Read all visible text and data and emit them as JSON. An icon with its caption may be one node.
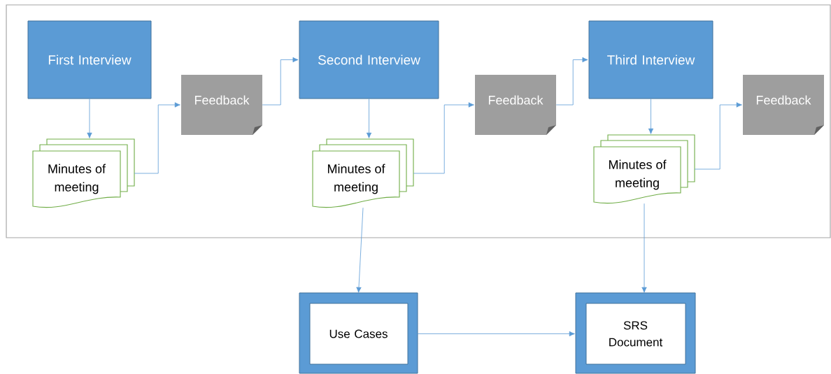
{
  "diagram": {
    "nodes": [
      {
        "text": [],
        "shape": "box"
      },
      {
        "text": [
          "First Interview"
        ],
        "in": 0
      },
      {
        "text": [
          "Minutes of meeting"
        ],
        "in": 0
      },
      {
        "text": [
          "Feedback"
        ],
        "in": 0
      },
      {
        "text": [
          "Second Interview"
        ],
        "in": 0
      },
      {
        "text": [
          "Minutes of meeting"
        ],
        "in": 0
      },
      {
        "text": [
          "Feedback"
        ],
        "in": 0
      },
      {
        "text": [
          "Third Interview"
        ],
        "in": 0
      },
      {
        "text": [
          "Minutes of meeting"
        ],
        "in": 0
      },
      {
        "text": [
          "Feedback"
        ],
        "in": 0
      },
      {
        "text": [
          "Use Cases"
        ]
      },
      {
        "text": [
          "SRS Document"
        ]
      }
    ],
    "edges": [
      {
        "from": 1,
        "to": 2,
        "arrow": "to"
      },
      {
        "from": 2,
        "to": 3,
        "arrow": "to"
      },
      {
        "from": 3,
        "to": 4,
        "arrow": "to"
      },
      {
        "from": 4,
        "to": 5,
        "arrow": "to"
      },
      {
        "from": 5,
        "to": 6,
        "arrow": "to"
      },
      {
        "from": 6,
        "to": 7,
        "arrow": "to"
      },
      {
        "from": 7,
        "to": 8,
        "arrow": "to"
      },
      {
        "from": 8,
        "to": 9,
        "arrow": "to"
      },
      {
        "from": 5,
        "to": 10,
        "arrow": "to"
      },
      {
        "from": 8,
        "to": 11,
        "arrow": "to"
      },
      {
        "from": 10,
        "to": 11,
        "arrow": "to"
      }
    ]
  }
}
